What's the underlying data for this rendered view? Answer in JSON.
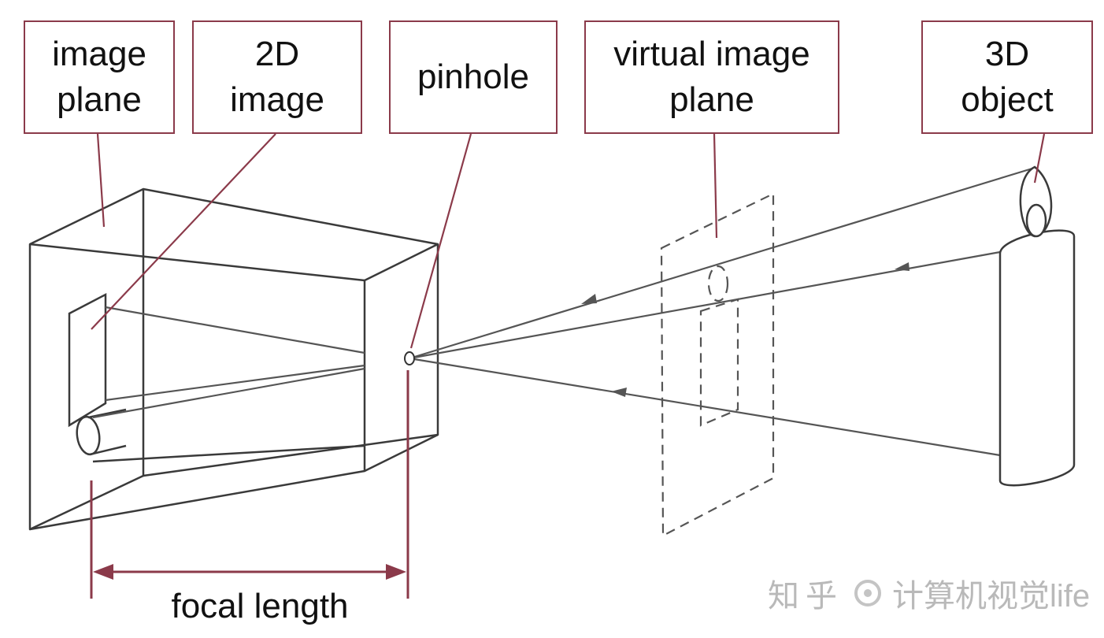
{
  "labels": {
    "image_plane": [
      "image",
      "plane"
    ],
    "image_2d": [
      "2D",
      "image"
    ],
    "pinhole": [
      "pinhole"
    ],
    "virtual_image_plane": [
      "virtual image",
      "plane"
    ],
    "object_3d": [
      "3D",
      "object"
    ],
    "focal_length": "focal length"
  },
  "watermark": {
    "brand": "知乎",
    "account": "计算机视觉life"
  },
  "colors": {
    "label_border": "#8b3a4a",
    "leader_line": "#8b3a4a",
    "drawing_ink": "#444444",
    "ray": "#555555",
    "watermark": "#b9b9b9"
  }
}
